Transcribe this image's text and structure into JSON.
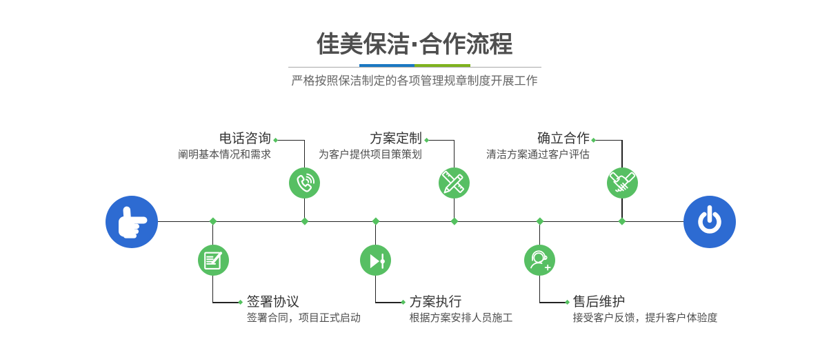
{
  "header": {
    "title": "佳美保洁·合作流程",
    "subtitle": "严格按照保洁制定的各项管理规章制度开展工作",
    "divider": {
      "blue": "#1b78c2",
      "green": "#7fb31e",
      "line": "#a8a8a8"
    }
  },
  "flow": {
    "colors": {
      "start_end_node": "#2d6bd2",
      "step_node": "#57bf63",
      "connector": "#222222",
      "diamond": "#54c15f"
    },
    "start_icon": "hand-pointing-right-icon",
    "end_icon": "power-icon",
    "steps": [
      {
        "title": "电话咨询",
        "desc": "阐明基本情况和需求",
        "icon": "phone-icon",
        "position": "top"
      },
      {
        "title": "签署协议",
        "desc": "签署合同，项目正式启动",
        "icon": "contract-icon",
        "position": "bottom"
      },
      {
        "title": "方案定制",
        "desc": "为客户提供项目策策划",
        "icon": "design-icon",
        "position": "top"
      },
      {
        "title": "方案执行",
        "desc": "根据方案安排人员施工",
        "icon": "execute-icon",
        "position": "bottom"
      },
      {
        "title": "确立合作",
        "desc": "清洁方案通过客户评估",
        "icon": "handshake-icon",
        "position": "top"
      },
      {
        "title": "售后维护",
        "desc": "接受客户反馈，提升客户体验度",
        "icon": "aftersale-icon",
        "position": "bottom"
      }
    ]
  }
}
